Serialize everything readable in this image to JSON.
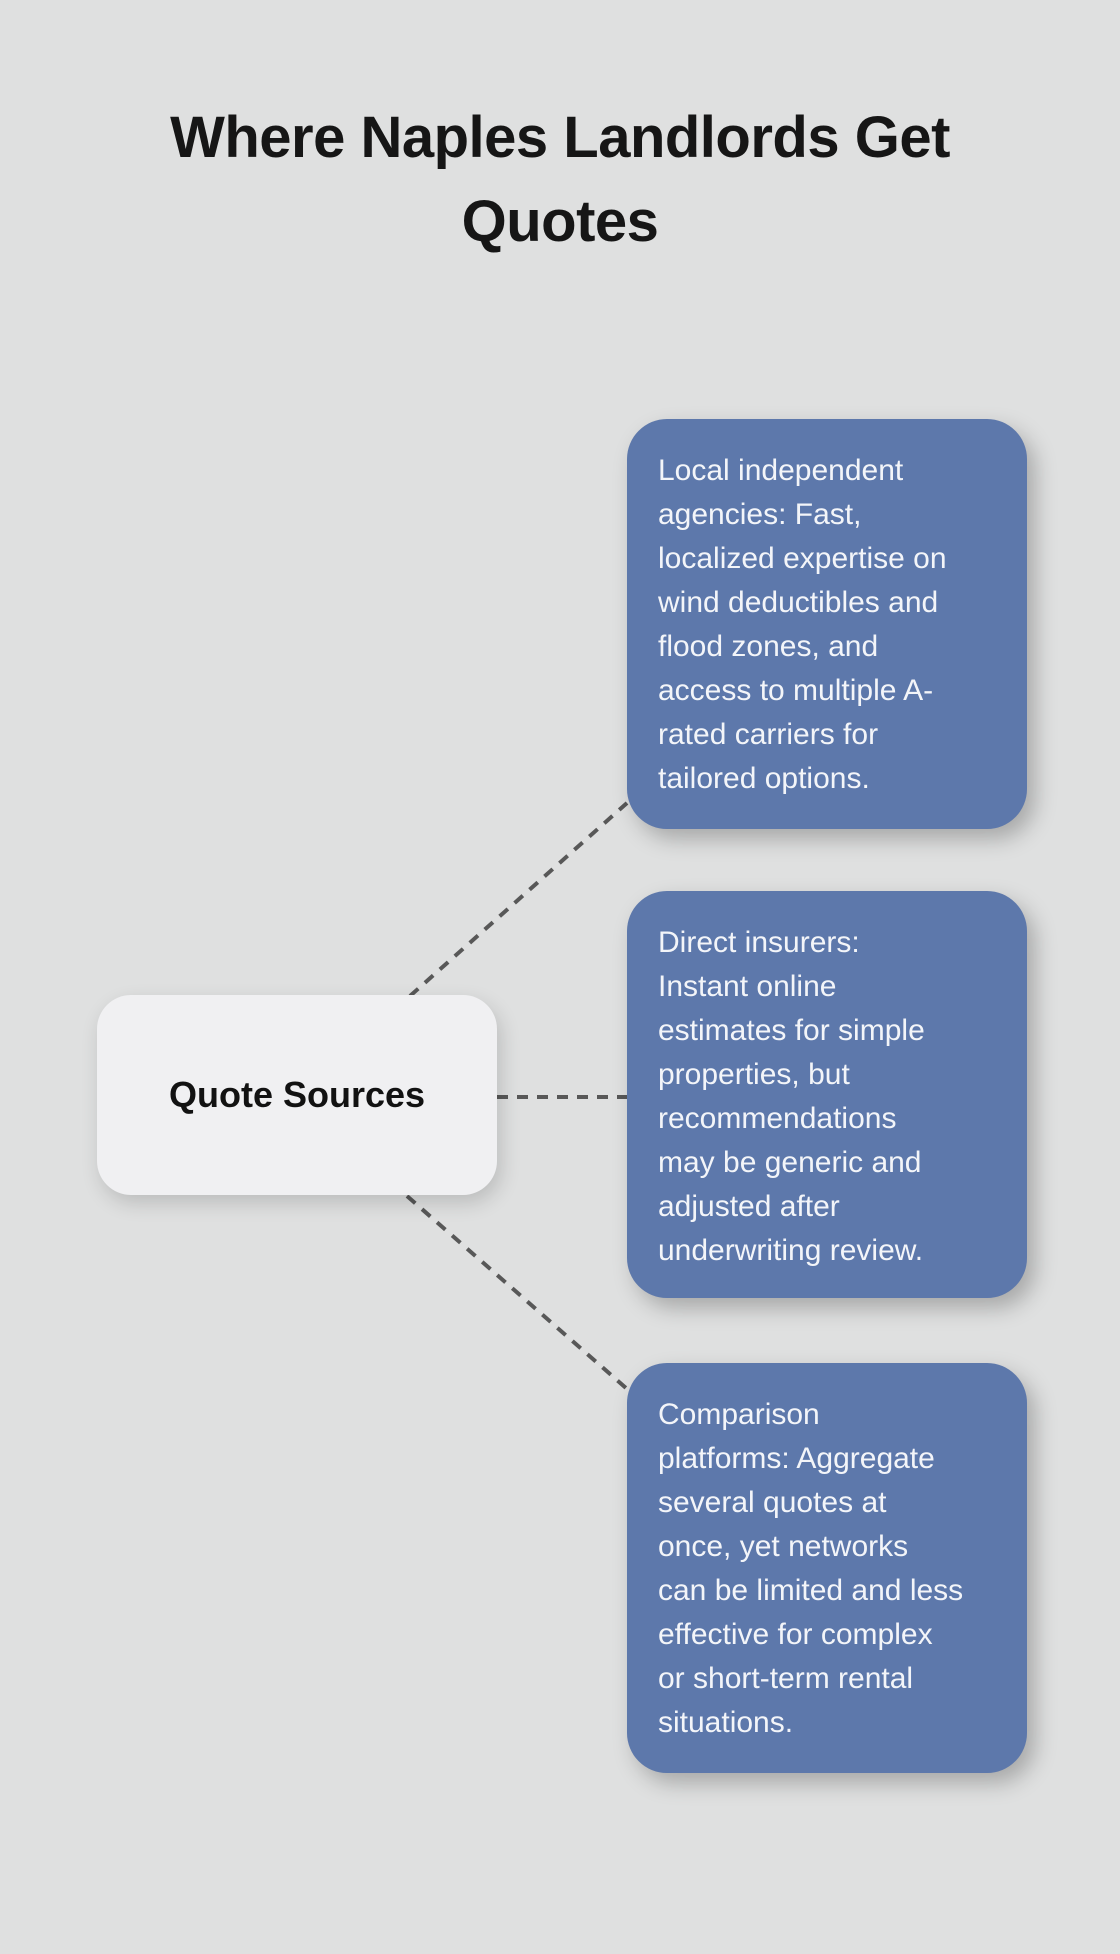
{
  "title": {
    "lines": [
      "Where Naples Landlords Get",
      "Quotes"
    ]
  },
  "center_node": {
    "label": "Quote Sources"
  },
  "branches": [
    {
      "lines": [
        "Local independent",
        "agencies: Fast,",
        "localized expertise on",
        "wind deductibles and",
        "flood zones, and",
        "access to multiple A-",
        "rated carriers for",
        "tailored options."
      ]
    },
    {
      "lines": [
        "Direct insurers:",
        "Instant online",
        "estimates for simple",
        "properties, but",
        "recommendations",
        "may be generic and",
        "adjusted after",
        "underwriting review."
      ]
    },
    {
      "lines": [
        "Comparison",
        "platforms: Aggregate",
        "several quotes at",
        "once, yet networks",
        "can be limited and less",
        "effective for complex",
        "or short-term rental",
        "situations."
      ]
    }
  ],
  "colors": {
    "bg": "#dfe0e0",
    "branch_fill": "#5d78ab",
    "branch_text": "#f3f5f9",
    "center_fill": "#f0f0f2",
    "center_text": "#121212",
    "connector": "#585858",
    "title_text": "#161616"
  }
}
